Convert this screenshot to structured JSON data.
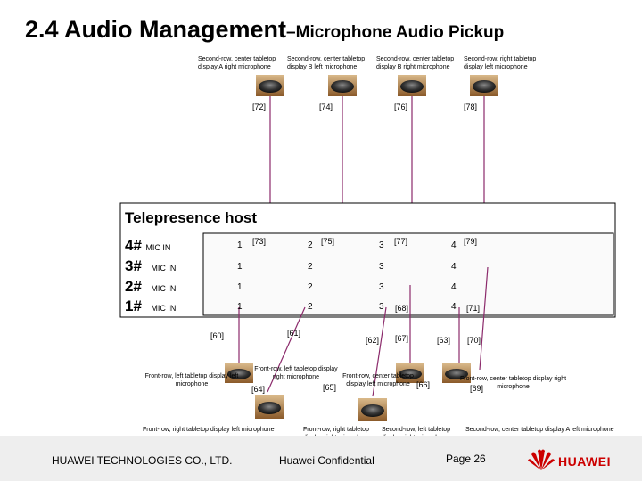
{
  "title": {
    "main": "2.4 Audio Management",
    "sub": "–Microphone Audio Pickup"
  },
  "top_mics": [
    {
      "label": "Second-row, center tabletop display A right microphone",
      "id": "[72]"
    },
    {
      "label": "Second-row, center tabletop display B left microphone",
      "id": "[74]"
    },
    {
      "label": "Second-row, center tabletop display B right microphone",
      "id": "[76]"
    },
    {
      "label": "Second-row, right tabletop display left microphone",
      "id": "[78]"
    }
  ],
  "host": {
    "title": "Telepresence host",
    "rows": [
      {
        "hash": "4#",
        "label": "MIC IN",
        "ports": [
          "1",
          "2",
          "3",
          "4"
        ]
      },
      {
        "hash": "3#",
        "label": "MIC IN",
        "ports": [
          "1",
          "2",
          "3",
          "4"
        ]
      },
      {
        "hash": "2#",
        "label": "MIC IN",
        "ports": [
          "1",
          "2",
          "3",
          "4"
        ]
      },
      {
        "hash": "1#",
        "label": "MIC IN",
        "ports": [
          "1",
          "2",
          "3",
          "4"
        ]
      }
    ],
    "row4_refs": [
      "[73]",
      "[75]",
      "[77]",
      "[79]"
    ],
    "row1_refs": [
      "[68]",
      "[71]"
    ]
  },
  "cable_refs": {
    "r60": "[60]",
    "r61": "[61]",
    "r62": "[62]",
    "r67": "[67]",
    "r63": "[63]",
    "r70": "[70]"
  },
  "bottom_mics": {
    "m1": {
      "label": "Front-row, left tabletop display left microphone"
    },
    "m2": {
      "label": "Front-row, left tabletop display right microphone",
      "refA": "[64]",
      "refB": "[65]"
    },
    "m3": {
      "label": "Front-row, center tabletop display left microphone",
      "ref": "[66]"
    },
    "m4": {
      "label": "Front-row, center tabletop display right microphone",
      "ref": "[69]"
    }
  },
  "bottom_labels": {
    "a": "Front-row, right tabletop display left microphone",
    "b": "Front-row, right tabletop display right microphone",
    "c": "Second-row, left tabletop display right microphone",
    "d": "Second-row, center tabletop display A left microphone"
  },
  "footer": {
    "company": "HUAWEI TECHNOLOGIES CO., LTD.",
    "confidential": "Huawei Confidential",
    "page": "Page 26",
    "logo": "HUAWEI"
  },
  "colors": {
    "cable": "#8b2a6b",
    "host_bg": "#ffffff",
    "accent": "#cc0000"
  }
}
